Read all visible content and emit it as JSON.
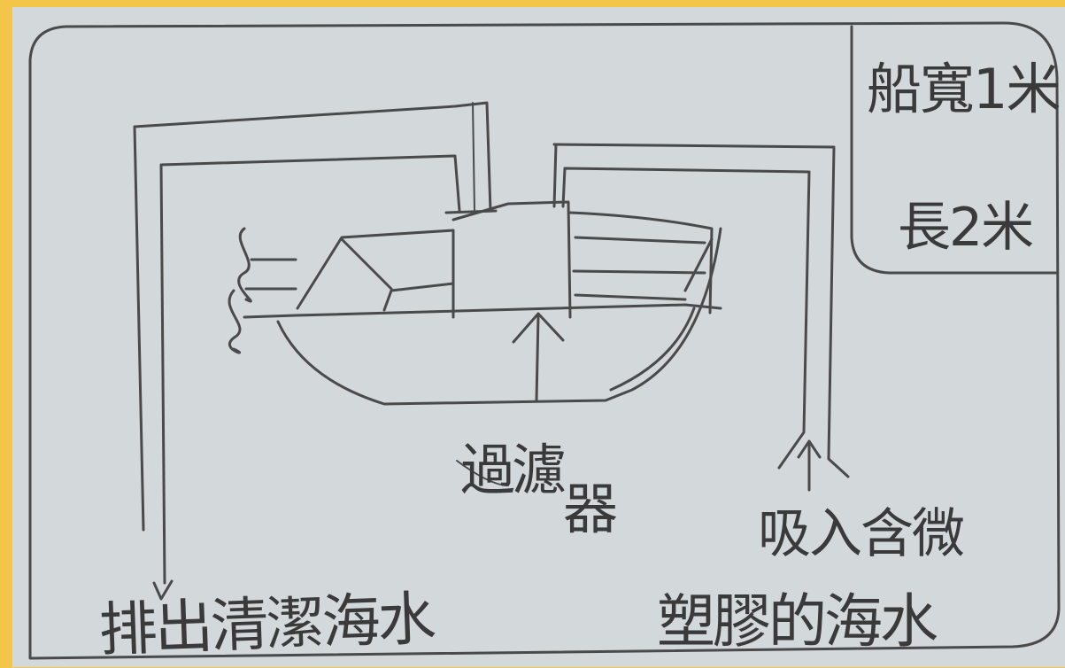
{
  "info_box": {
    "width_text": "船寬1米",
    "length_text": "長2米"
  },
  "labels": {
    "filter_a": "過濾",
    "filter_b": "器",
    "outlet": "排出清潔海水",
    "inlet_line1": "吸入含微",
    "inlet_line2": "塑膠的海水"
  },
  "colors": {
    "border": "#f3c548",
    "paper": "#d3d8da",
    "ink": "#3a3a3a"
  }
}
